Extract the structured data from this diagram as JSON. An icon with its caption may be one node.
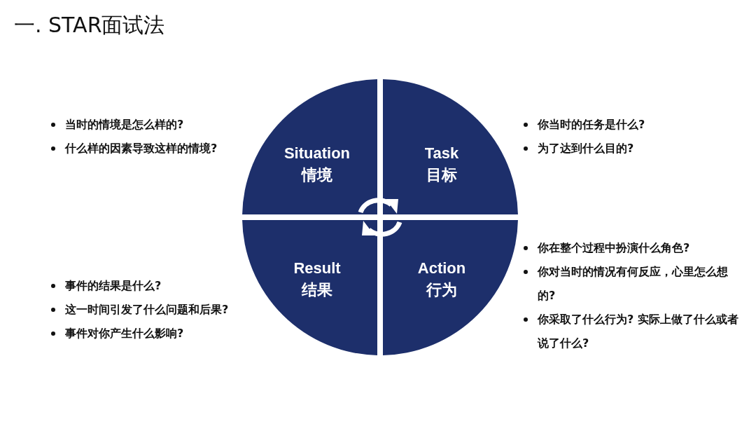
{
  "diagram": {
    "title": "一. STAR面试法",
    "nodes": [
      {
        "text": [
          "Situation",
          "情境"
        ],
        "beside": [
          "当时的情境是怎么样的?",
          "什么样的因素导致这样的情境?"
        ]
      },
      {
        "text": [
          "Task",
          "目标"
        ],
        "beside": [
          "你当时的任务是什么?",
          "为了达到什么目的?"
        ]
      },
      {
        "text": [
          "Result",
          "结果"
        ],
        "beside": [
          "事件的结果是什么?",
          "这一时间引发了什么问题和后果?",
          "事件对你产生什么影响?"
        ]
      },
      {
        "text": [
          "Action",
          "行为"
        ],
        "beside": [
          "你在整个过程中扮演什么角色?",
          "你对当时的情况有何反应，心里怎么想的?",
          "你采取了什么行为? 实际上做了什么或者说了什么?"
        ]
      }
    ]
  }
}
